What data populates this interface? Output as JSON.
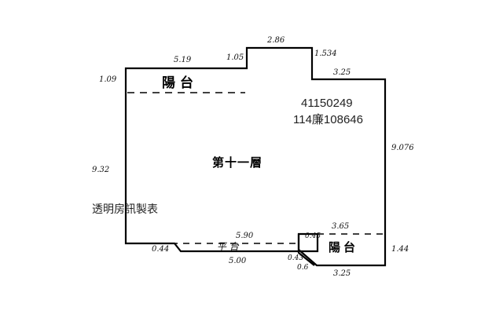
{
  "plan": {
    "floor_label": "第十一層",
    "balcony_top_label": "陽台",
    "balcony_bottom_label": "陽台",
    "balcony_bottom_left_label": "平 台",
    "ref_number": "41150249",
    "ref_code": "114廉108646",
    "maker_note": "透明房訊製表"
  },
  "dimensions": {
    "top_left_width": "5.19",
    "left_upper_height": "1.09",
    "notch_width": "1.05",
    "top_bump_width": "2.86",
    "right_notch_height": "1.534",
    "right_step_width": "3.25",
    "right_height": "9.076",
    "left_height": "9.32",
    "bottom_balcony_width": "5.90",
    "bottom_left_offset": "0.44",
    "bottom_width": "5.00",
    "bottom_right_top_width": "3.65",
    "bottom_right_small": "0.45",
    "bottom_right_height": "1.44",
    "bottom_corner_a": "0.43",
    "bottom_corner_b": "0.6",
    "bottom_right_width": "3.25"
  },
  "colors": {
    "line": "#000000",
    "stamp": "#222222"
  }
}
